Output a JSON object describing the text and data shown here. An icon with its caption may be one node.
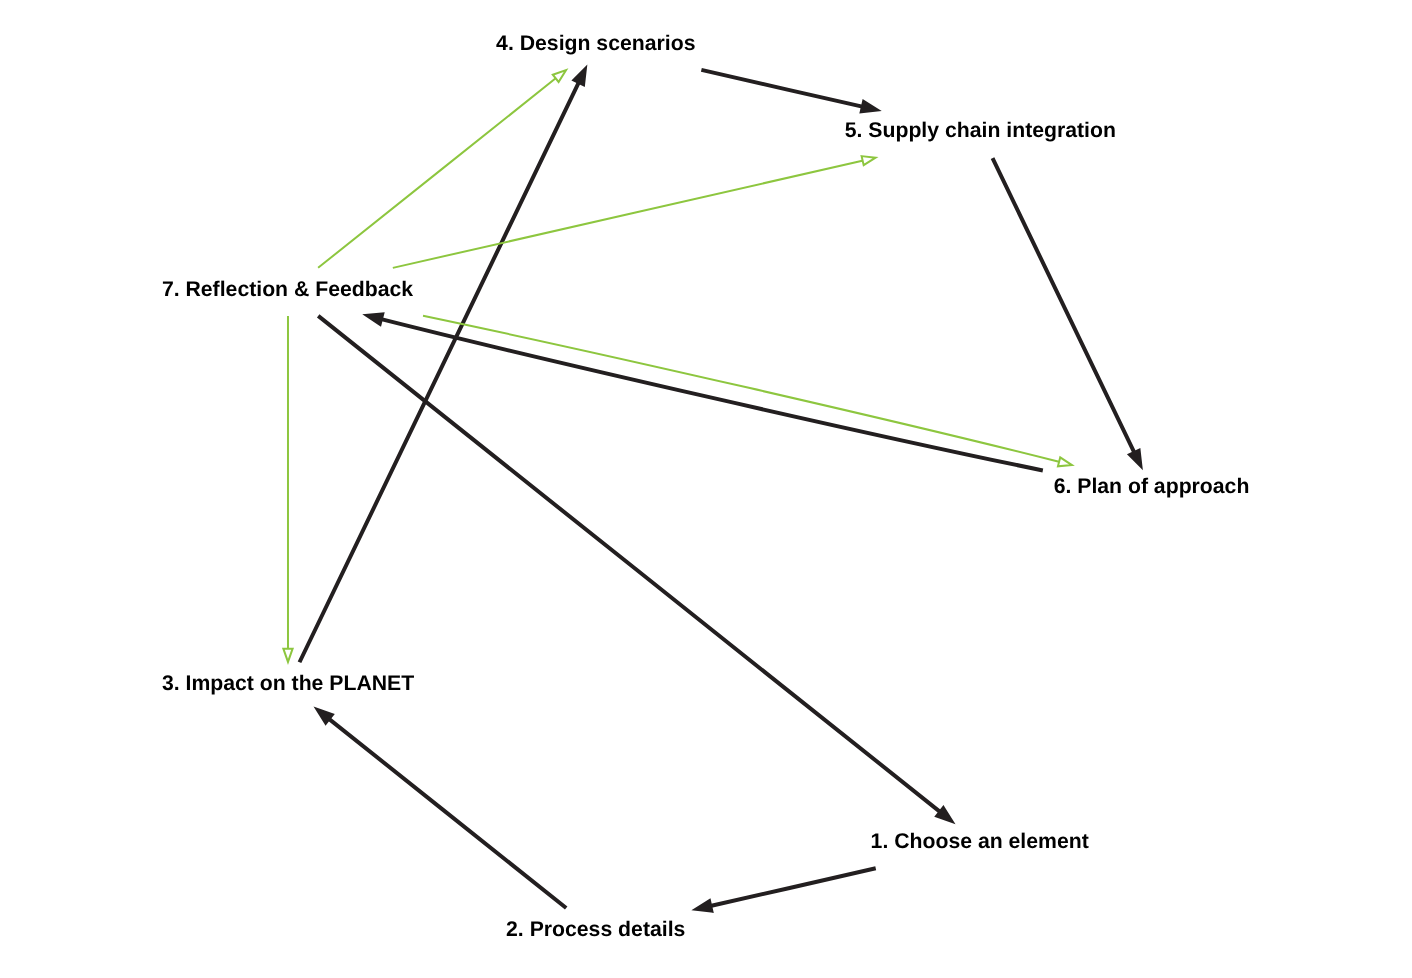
{
  "diagram": {
    "nodes": [
      {
        "text": [
          "1. Choose an element"
        ]
      },
      {
        "text": [
          "2. Process details"
        ]
      },
      {
        "text": [
          "3. Impact on the PLANET"
        ]
      },
      {
        "text": [
          "4. Design scenarios"
        ]
      },
      {
        "text": [
          "5. Supply chain integration"
        ]
      },
      {
        "text": [
          "6. Plan of approach"
        ]
      },
      {
        "text": [
          "7. Reflection & Feedback"
        ]
      }
    ],
    "edges": [
      {
        "from": 0,
        "to": 1,
        "arrow": "to"
      },
      {
        "from": 1,
        "to": 2,
        "arrow": "to"
      },
      {
        "from": 2,
        "to": 3,
        "arrow": "to"
      },
      {
        "from": 3,
        "to": 4,
        "arrow": "to"
      },
      {
        "from": 4,
        "to": 5,
        "arrow": "to"
      },
      {
        "from": 5,
        "to": 6,
        "arrow": "to"
      },
      {
        "from": 6,
        "to": 0,
        "arrow": "to"
      },
      {
        "from": 6,
        "to": 5,
        "arrow": "to",
        "color": "#8dc63f"
      },
      {
        "from": 6,
        "to": 4,
        "arrow": "to",
        "color": "#8dc63f"
      },
      {
        "from": 6,
        "to": 3,
        "arrow": "to",
        "color": "#8dc63f"
      },
      {
        "from": 6,
        "to": 2,
        "arrow": "to",
        "color": "#8dc63f"
      }
    ]
  }
}
